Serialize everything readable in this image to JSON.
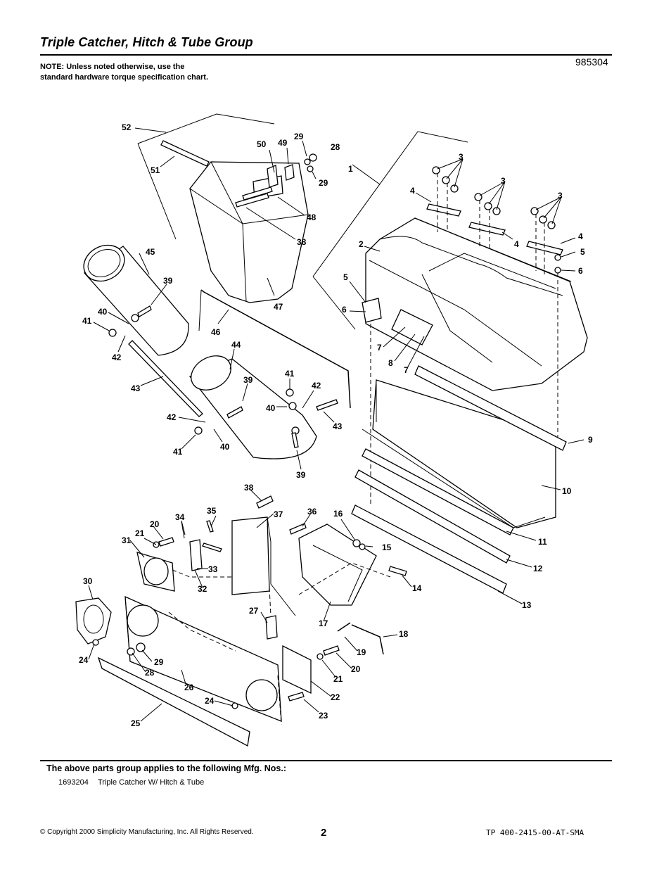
{
  "header": {
    "title": "Triple Catcher, Hitch & Tube Group",
    "note": "NOTE: Unless noted otherwise, use the standard hardware torque specification chart.",
    "part_number": "985304"
  },
  "callouts": {
    "c1": "1",
    "c2": "2",
    "c3a": "3",
    "c3b": "3",
    "c3c": "3",
    "c4a": "4",
    "c4b": "4",
    "c4c": "4",
    "c5a": "5",
    "c5b": "5",
    "c6a": "6",
    "c6b": "6",
    "c7a": "7",
    "c7b": "7",
    "c8": "8",
    "c9": "9",
    "c10": "10",
    "c11": "11",
    "c12": "12",
    "c13": "13",
    "c14": "14",
    "c15": "15",
    "c16": "16",
    "c17": "17",
    "c18": "18",
    "c19": "19",
    "c20a": "20",
    "c20b": "20",
    "c21a": "21",
    "c21b": "21",
    "c22": "22",
    "c23": "23",
    "c24a": "24",
    "c24b": "24",
    "c25": "25",
    "c26": "26",
    "c27": "27",
    "c28a": "28",
    "c28b": "28",
    "c29a": "29",
    "c29b": "29",
    "c29c": "29",
    "c30": "30",
    "c31": "31",
    "c32": "32",
    "c33": "33",
    "c34": "34",
    "c35": "35",
    "c36": "36",
    "c37": "37",
    "c38a": "38",
    "c38b": "38",
    "c39a": "39",
    "c39b": "39",
    "c39c": "39",
    "c40a": "40",
    "c40b": "40",
    "c40c": "40",
    "c41a": "41",
    "c41b": "41",
    "c41c": "41",
    "c42a": "42",
    "c42b": "42",
    "c42c": "42",
    "c43a": "43",
    "c43b": "43",
    "c44": "44",
    "c45": "45",
    "c46": "46",
    "c47": "47",
    "c48": "48",
    "c49": "49",
    "c50": "50",
    "c51": "51",
    "c52": "52"
  },
  "footer": {
    "applies_heading": "The above parts group applies to the following Mfg. Nos.:",
    "mfg_number": "1693204",
    "mfg_description": "Triple Catcher W/ Hitch & Tube",
    "copyright": "© Copyright 2000 Simplicity Manufacturing, Inc. All Rights Reserved.",
    "page_number": "2",
    "doc_code": "TP 400-2415-00-AT-SMA"
  }
}
